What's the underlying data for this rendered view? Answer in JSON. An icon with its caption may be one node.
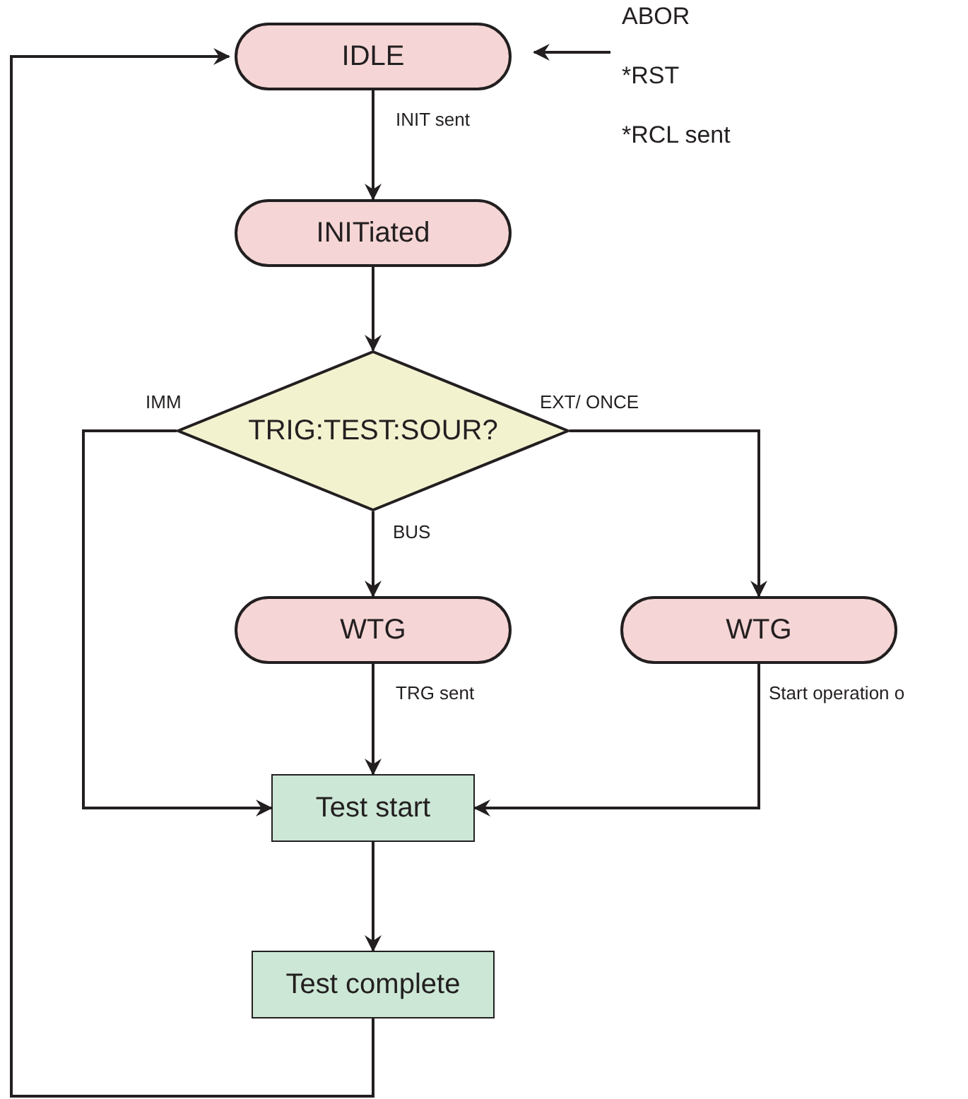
{
  "diagram": {
    "nodes": [
      {
        "text": [
          "IDLE"
        ]
      },
      {
        "text": [
          "INITiated"
        ]
      },
      {
        "text": [
          "TRIG:TEST:SOUR?"
        ]
      },
      {
        "text": [
          "WTG"
        ]
      },
      {
        "text": [
          "WTG"
        ]
      },
      {
        "text": [
          "Test start"
        ]
      },
      {
        "text": [
          "Test complete"
        ]
      },
      {
        "text": [
          "ABOR",
          "*RST",
          "*RCL sent"
        ]
      }
    ],
    "edges": [
      {
        "from": 0,
        "to": 1,
        "arrow": "to",
        "label": "INIT sent"
      },
      {
        "from": 1,
        "to": 2,
        "arrow": "to"
      },
      {
        "from": 2,
        "to": 3,
        "arrow": "to",
        "label": "BUS"
      },
      {
        "from": 2,
        "to": 4,
        "arrow": "to",
        "label": "EXT/ ONCE"
      },
      {
        "from": 2,
        "to": 5,
        "arrow": "to",
        "label": "IMM"
      },
      {
        "from": 3,
        "to": 5,
        "arrow": "to",
        "label": "TRG sent"
      },
      {
        "from": 4,
        "to": 5,
        "arrow": "to",
        "label": "Start operation o"
      },
      {
        "from": 5,
        "to": 6,
        "arrow": "to"
      },
      {
        "from": 6,
        "to": 0,
        "arrow": "to"
      },
      {
        "from": 7,
        "to": 0,
        "arrow": "to"
      }
    ]
  }
}
